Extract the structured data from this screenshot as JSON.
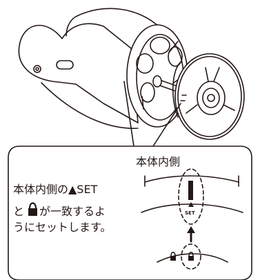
{
  "callout": {
    "title": "本体内側",
    "instruction_line1": "本体内側の▲SET",
    "instruction_line2_pre": "と",
    "instruction_line2_post": "が一致するよ",
    "instruction_line3": "うにセットします。",
    "set_mark_label": "SET"
  },
  "icons": {
    "lock": "lock-icon",
    "set_triangle": "triangle-up-icon",
    "arrow": "arrow-up-icon"
  },
  "colors": {
    "line": "#231815",
    "fill": "#ffffff"
  }
}
